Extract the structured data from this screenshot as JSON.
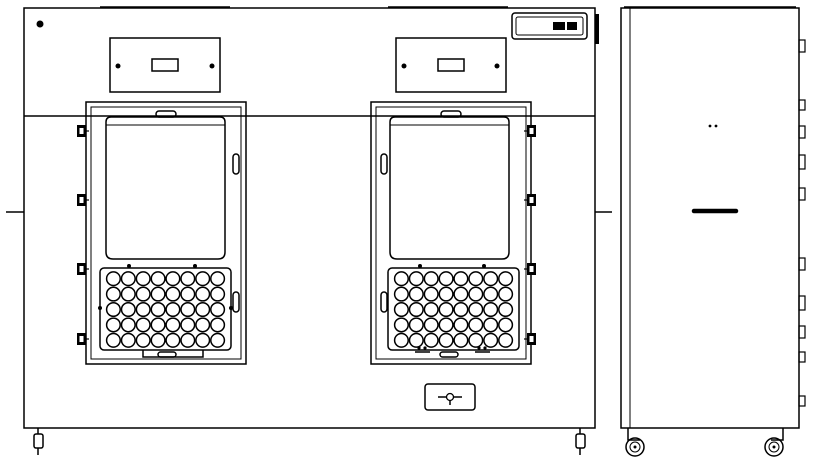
{
  "drawing": {
    "front_view": {
      "doors": 2,
      "tube_rack": {
        "rows": 5,
        "columns": 8
      }
    },
    "side_view": {
      "casters": 2
    },
    "colors": {
      "line": "#000000",
      "background": "#ffffff"
    }
  }
}
